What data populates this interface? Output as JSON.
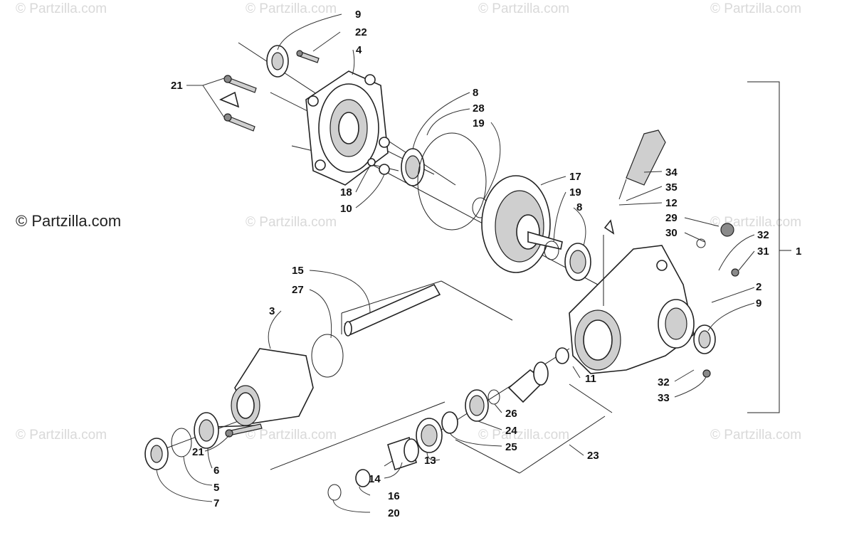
{
  "watermarks": {
    "main": "© Partzilla.com",
    "faded": "© Partzilla.com"
  },
  "callouts": {
    "c1": "1",
    "c2": "2",
    "c3": "3",
    "c4": "4",
    "c5": "5",
    "c6": "6",
    "c7": "7",
    "c8a": "8",
    "c8b": "8",
    "c9a": "9",
    "c9b": "9",
    "c10": "10",
    "c11": "11",
    "c12": "12",
    "c13": "13",
    "c14": "14",
    "c15": "15",
    "c16": "16",
    "c17": "17",
    "c18": "18",
    "c19a": "19",
    "c19b": "19",
    "c20": "20",
    "c21a": "21",
    "c21b": "21",
    "c22": "22",
    "c23": "23",
    "c24": "24",
    "c25": "25",
    "c26": "26",
    "c27": "27",
    "c28": "28",
    "c29": "29",
    "c30": "30",
    "c31": "31",
    "c32a": "32",
    "c32b": "32",
    "c33": "33",
    "c34": "34",
    "c35": "35"
  }
}
